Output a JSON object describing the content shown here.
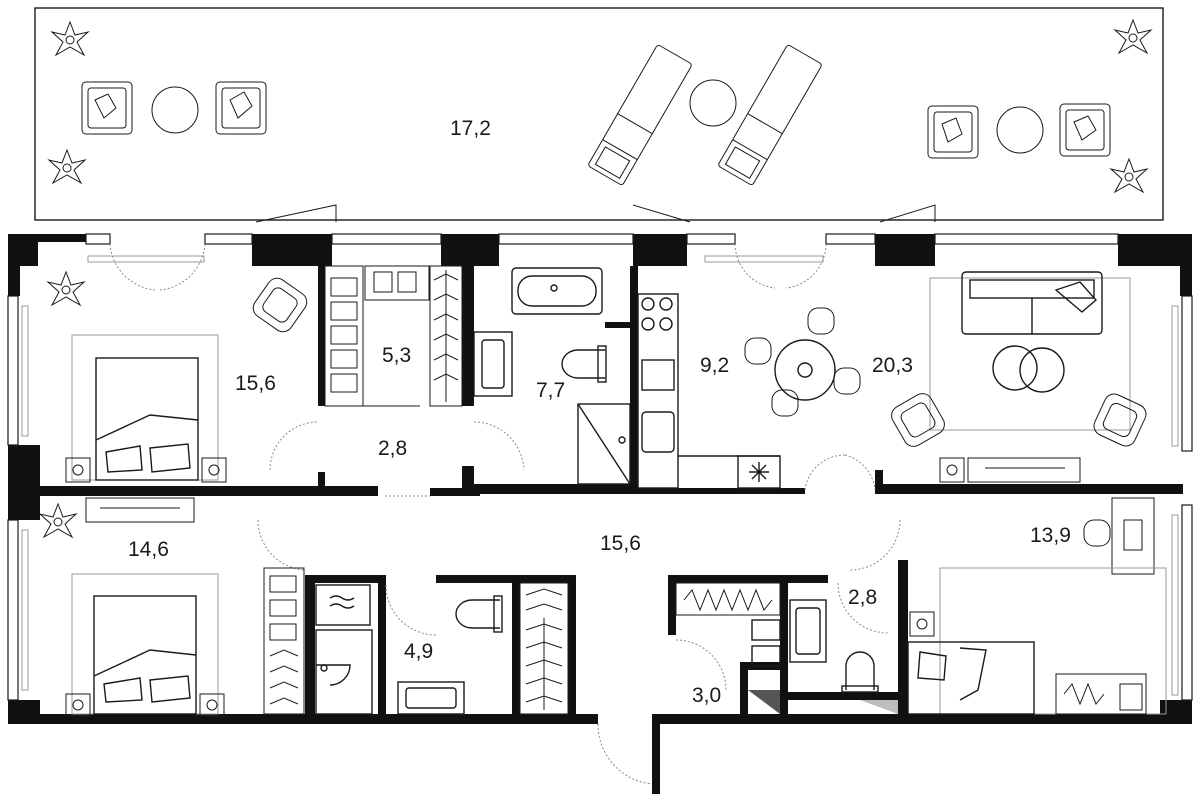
{
  "floor_plan": {
    "rooms": [
      {
        "id": "terrace",
        "area": "17,2"
      },
      {
        "id": "bedroom-1",
        "area": "15,6"
      },
      {
        "id": "wardrobe-1",
        "area": "5,3"
      },
      {
        "id": "hall-1",
        "area": "2,8"
      },
      {
        "id": "bathroom-1",
        "area": "7,7"
      },
      {
        "id": "kitchen",
        "area": "9,2"
      },
      {
        "id": "living-room",
        "area": "20,3"
      },
      {
        "id": "bedroom-2",
        "area": "14,6"
      },
      {
        "id": "corridor",
        "area": "15,6"
      },
      {
        "id": "bedroom-3",
        "area": "13,9"
      },
      {
        "id": "bathroom-2",
        "area": "4,9"
      },
      {
        "id": "hall-2",
        "area": "2,8"
      },
      {
        "id": "utility",
        "area": "3,0"
      }
    ]
  }
}
